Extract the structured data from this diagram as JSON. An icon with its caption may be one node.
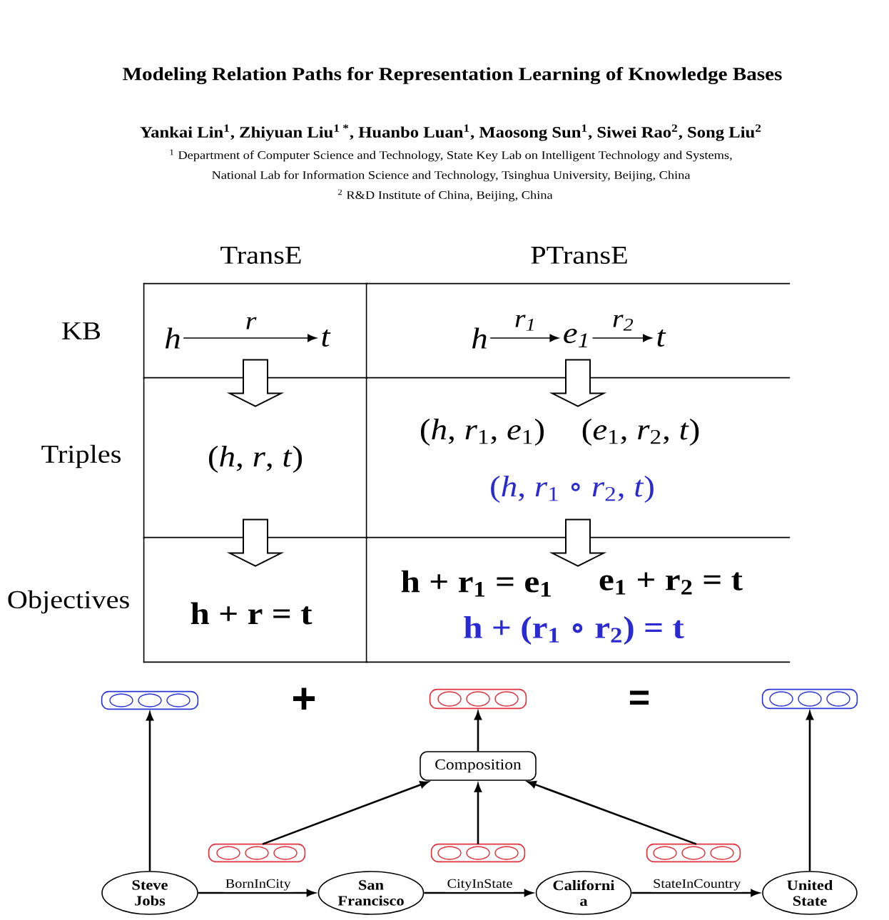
{
  "diagram": {
    "title": "Modeling Relation Paths for Representation Learning of Knowledge Bases",
    "nodes": [
      {
        "text": [],
        "shape": "box"
      },
      {
        "text": [
          "h"
        ],
        "in": 0
      },
      {
        "text": [
          "t"
        ],
        "in": 0
      },
      {
        "text": [],
        "shape": "box"
      },
      {
        "text": [
          "h"
        ],
        "in": 3
      },
      {
        "text": [
          "e$_{1}$"
        ],
        "in": 3
      },
      {
        "text": [
          "t"
        ],
        "in": 3
      },
      {
        "text": [
          "(*h*, *r*, *t*)"
        ]
      },
      {
        "text": [
          "(*h*, *r*$_{1}$, *e*$_{1}$)",
          "(*e*$_{1}$, *r*$_{2}$, *t*)",
          "(*h*, *r*$_{1}$ ∘ *r*$_{2}$, *t*)"
        ]
      },
      {
        "text": [
          "h + r = t"
        ]
      },
      {
        "text": [
          "h + r$_{1}$ = e$_{1}$",
          "e$_{1}$ + r$_{2}$ = t",
          "h + (r$_{1}$ ∘ r$_{2}$) = t"
        ]
      },
      {
        "text": [],
        "shape": "bar"
      },
      {
        "text": [],
        "shape": "bar"
      },
      {
        "text": [],
        "shape": "bar"
      },
      {
        "text": [
          "Composition"
        ]
      },
      {
        "text": [],
        "shape": "bar"
      },
      {
        "text": [],
        "shape": "bar"
      },
      {
        "text": [],
        "shape": "bar"
      },
      {
        "text": [
          "Steve Jobs"
        ]
      },
      {
        "text": [
          "San Francisco"
        ]
      },
      {
        "text": [
          "Californi a"
        ]
      },
      {
        "text": [
          "United State"
        ]
      }
    ],
    "edges": [
      {
        "from": 1,
        "to": 2,
        "arrow": "to",
        "label": "r"
      },
      {
        "from": 4,
        "to": 5,
        "arrow": "to",
        "label": "r$_{1}$"
      },
      {
        "from": 5,
        "to": 6,
        "arrow": "to",
        "label": "r$_{2}$"
      },
      {
        "from": 0,
        "to": 7,
        "arrow": "to",
        "style": "thick"
      },
      {
        "from": 3,
        "to": 8,
        "arrow": "to",
        "style": "thick"
      },
      {
        "from": 7,
        "to": 9,
        "arrow": "to",
        "style": "thick"
      },
      {
        "from": 8,
        "to": 10,
        "arrow": "to",
        "style": "thick"
      },
      {
        "from": 18,
        "to": 11,
        "arrow": "to"
      },
      {
        "from": 15,
        "to": 14,
        "arrow": "to"
      },
      {
        "from": 16,
        "to": 14,
        "arrow": "to"
      },
      {
        "from": 17,
        "to": 14,
        "arrow": "to"
      },
      {
        "from": 14,
        "to": 12,
        "arrow": "to"
      },
      {
        "from": 21,
        "to": 13,
        "arrow": "to"
      },
      {
        "from": 18,
        "to": 19,
        "arrow": "to",
        "label": "BornInCity"
      },
      {
        "from": 19,
        "to": 20,
        "arrow": "to",
        "label": "CityInState"
      },
      {
        "from": 20,
        "to": 21,
        "arrow": "to",
        "label": "StateInCountry"
      }
    ],
    "labels": [
      "Yankai Lin$^{1}$, Zhiyuan Liu$^{1 *}$, Huanbo Luan$^{1}$, Maosong Sun$^{1}$, Siwei Rao$^{2}$, Song Liu$^{2}$",
      "$^{1}$ Department of Computer Science and Technology, State Key Lab on Intelligent Technology and Systems, National Lab for Information Science and Technology, Tsinghua University, Beijing, China",
      "$^{2}$ R&D Institute of China, Beijing, China",
      "TransE",
      "PTransE",
      "KB",
      "Triples",
      "Objectives",
      "+",
      "="
    ]
  }
}
